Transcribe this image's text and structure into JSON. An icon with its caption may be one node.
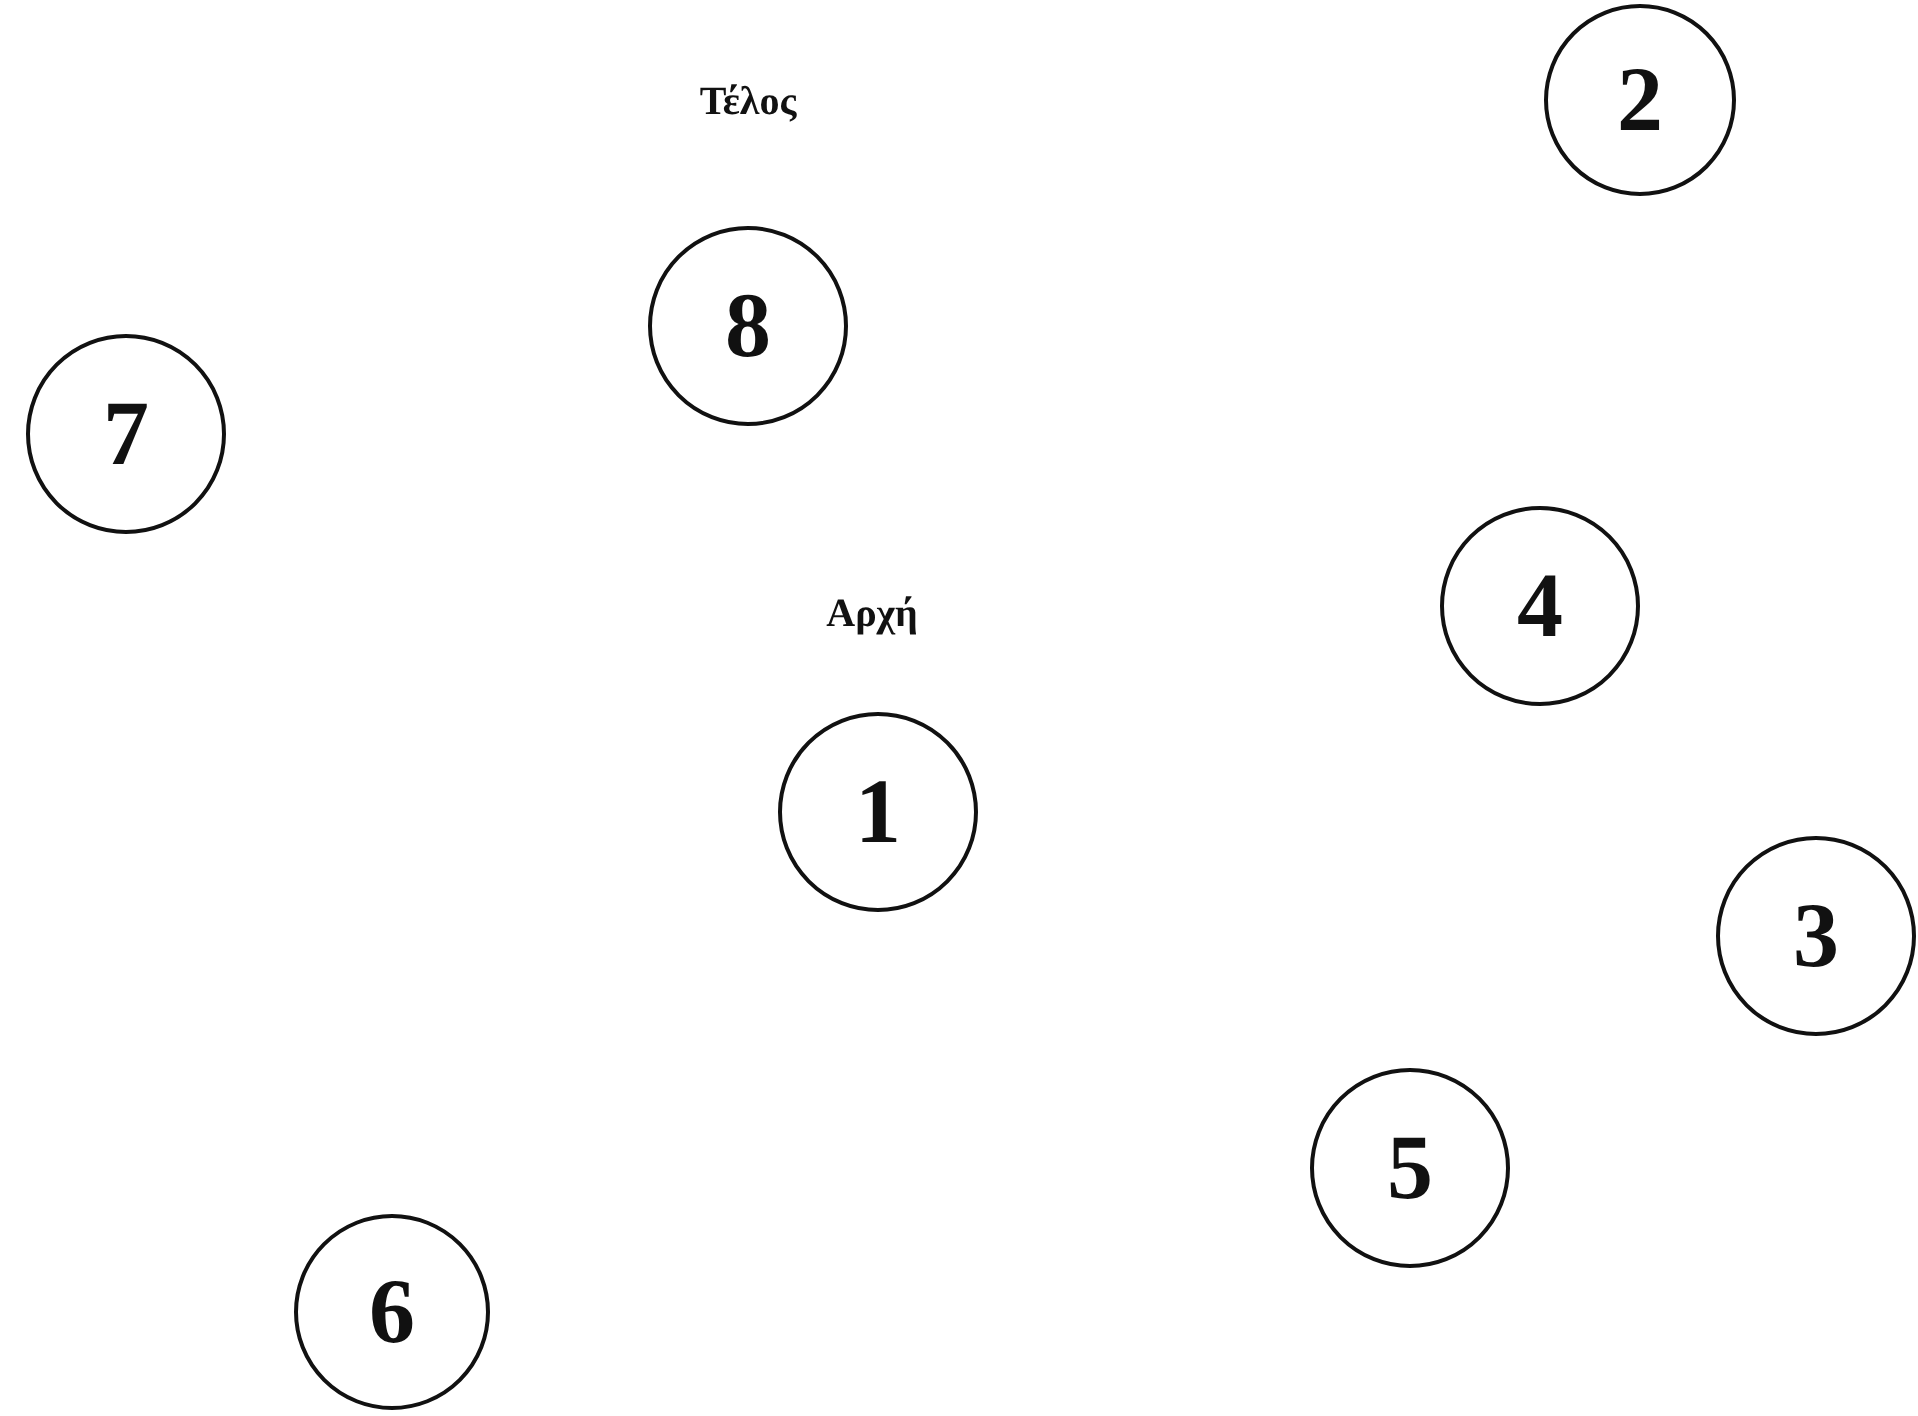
{
  "diagram": {
    "nodes": [
      {
        "text": [
          "2"
        ]
      },
      {
        "text": [
          "8"
        ],
        "beside": [
          "Τέλος"
        ]
      },
      {
        "text": [
          "7"
        ]
      },
      {
        "text": [
          "4"
        ]
      },
      {
        "text": [
          "1"
        ],
        "beside": [
          "Αρχή"
        ]
      },
      {
        "text": [
          "3"
        ]
      },
      {
        "text": [
          "5"
        ]
      },
      {
        "text": [
          "6"
        ]
      }
    ]
  }
}
